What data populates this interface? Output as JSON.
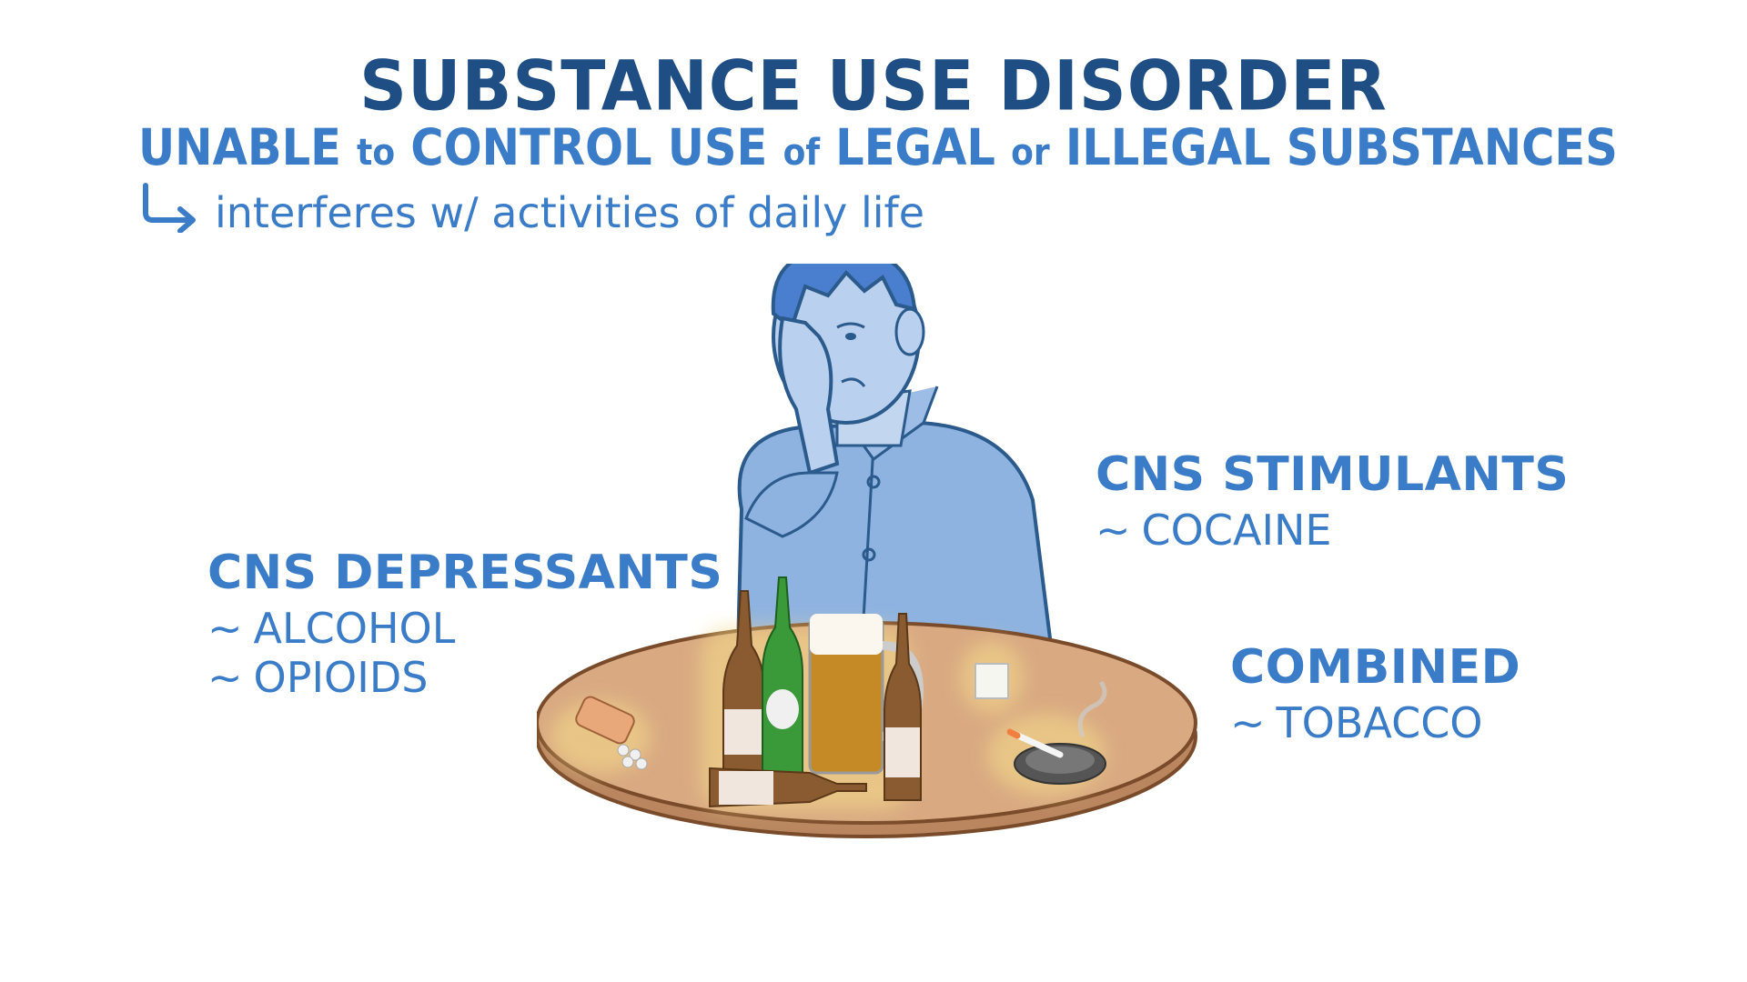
{
  "title": "SUBSTANCE USE DISORDER",
  "definition": {
    "parts": [
      {
        "text": "UNABLE ",
        "small": false
      },
      {
        "text": "to",
        "small": true
      },
      {
        "text": " CONTROL USE ",
        "small": false
      },
      {
        "text": "of",
        "small": true
      },
      {
        "text": " LEGAL ",
        "small": false
      },
      {
        "text": "or",
        "small": true
      },
      {
        "text": " ILLEGAL SUBSTANCES",
        "small": false
      }
    ],
    "note": "interferes w/ activities of daily life",
    "note_icon": "curved-arrow-right-icon"
  },
  "categories": [
    {
      "heading": "CNS DEPRESSANTS",
      "items": [
        {
          "bullet": "~",
          "label": "ALCOHOL"
        },
        {
          "bullet": "~",
          "label": "OPIOIDS"
        }
      ]
    },
    {
      "heading": "CNS STIMULANTS",
      "items": [
        {
          "bullet": "~",
          "label": "COCAINE"
        }
      ]
    },
    {
      "heading": "COMBINED",
      "items": [
        {
          "bullet": "~",
          "label": "TOBACCO"
        }
      ]
    }
  ],
  "illustration": {
    "subject": "distressed man resting head on hand at table",
    "objects": [
      "spilled pill bottle",
      "beer bottles",
      "green bottle",
      "beer pitcher",
      "bag of white powder",
      "ashtray with lit cigarette"
    ]
  },
  "colors": {
    "title": "#1f4e85",
    "text": "#3a7cc7",
    "shirt": "#8fb3e0",
    "skin": "#b9d0ee",
    "hair": "#4a7fcf",
    "table": "#d9a982",
    "table_edge": "#7a4b2a",
    "glow": "#f3d98a"
  }
}
